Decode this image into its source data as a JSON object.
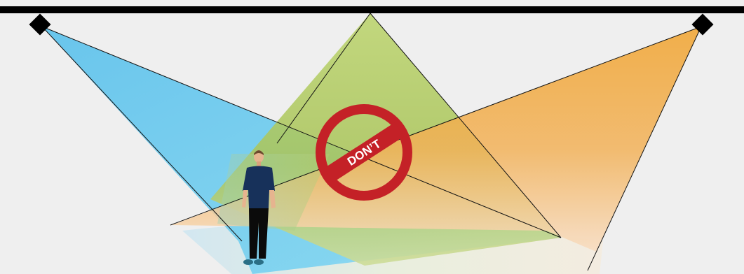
{
  "scene": {
    "background": "#efefef",
    "ceiling_color": "#000000",
    "beam_colors": {
      "left": "#5cc4ec",
      "center": "#b7d36a",
      "right": "#f0a22e"
    },
    "cameras": [
      {
        "id": "camera-left",
        "icon": "diamond-camera-icon"
      },
      {
        "id": "camera-center",
        "icon": "ceiling-mount-point"
      },
      {
        "id": "camera-right",
        "icon": "diamond-camera-icon"
      }
    ],
    "person": {
      "icon": "standing-person-icon",
      "shirt_color": "#17315a",
      "pants_color": "#0b0b0b",
      "skin_color": "#e6b48f",
      "shoe_color": "#2a6f86"
    }
  },
  "stamp": {
    "label": "DON’T",
    "icon": "prohibited-sign-icon",
    "color": "#c42127",
    "text_color": "#ffffff"
  }
}
